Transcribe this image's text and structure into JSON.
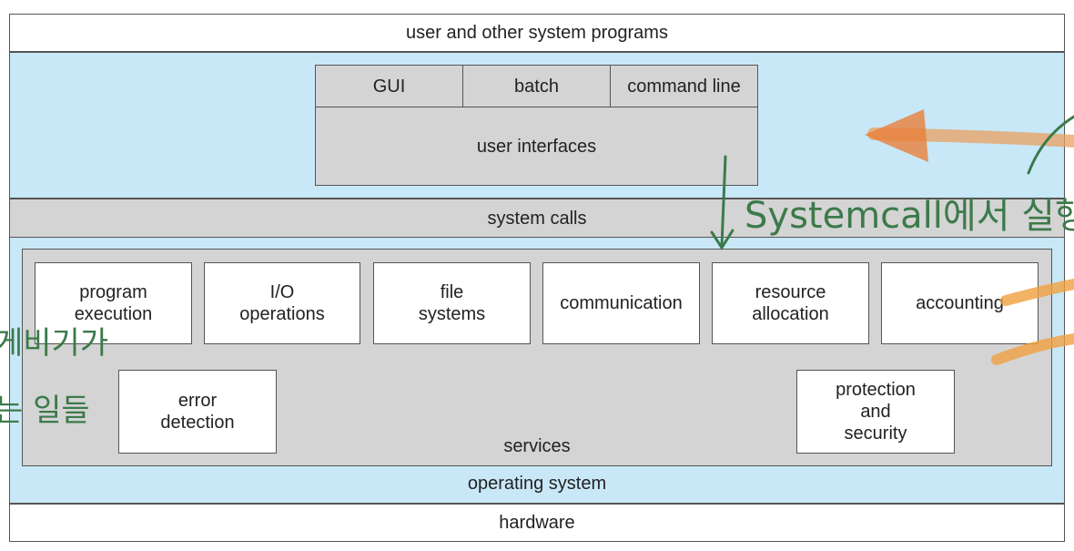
{
  "layers": {
    "top": "user and other system programs",
    "system_calls": "system calls",
    "operating_system": "operating system",
    "hardware": "hardware"
  },
  "ui": {
    "gui": "GUI",
    "batch": "batch",
    "command_line": "command line",
    "user_interfaces": "user interfaces"
  },
  "services": {
    "label": "services",
    "program_execution": "program\nexecution",
    "io_operations": "I/O\noperations",
    "file_systems": "file\nsystems",
    "communication": "communication",
    "resource_allocation": "resource\nallocation",
    "accounting": "accounting",
    "error_detection": "error\ndetection",
    "protection_security": "protection\nand\nsecurity"
  },
  "annotations": {
    "systemcall_note": "Systemcall에서 실행",
    "left_note_1": "게비기가",
    "left_note_2": "는 일들"
  },
  "colors": {
    "blue_band": "#c8e8f8",
    "gray_box": "#d4d4d4",
    "ink_green": "#3c7a4a",
    "ink_orange": "#f0a040"
  }
}
